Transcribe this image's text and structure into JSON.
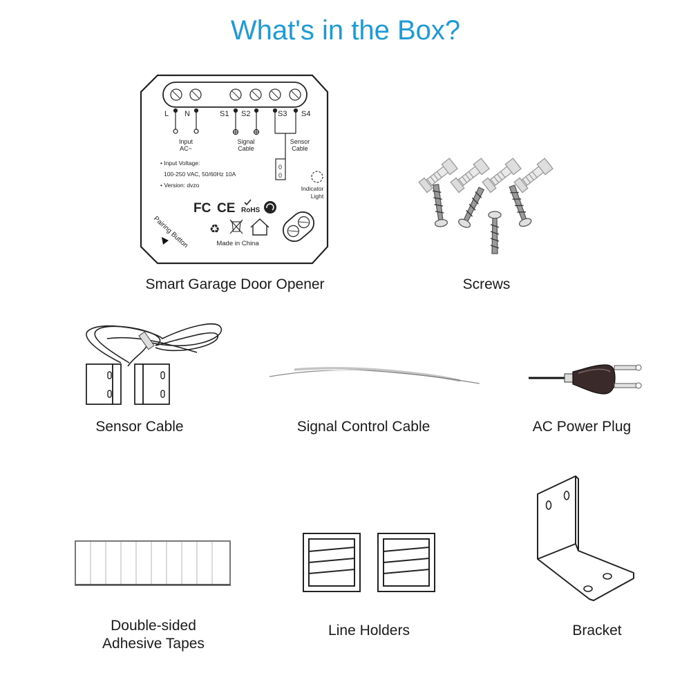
{
  "title": "What's in the Box?",
  "accent_color": "#1e9bd7",
  "items": [
    {
      "caption": "Smart Garage Door Opener",
      "icon": "smart-garage-door-opener-icon"
    },
    {
      "caption": "Screws",
      "icon": "screws-icon"
    },
    {
      "caption": "Sensor Cable",
      "icon": "sensor-cable-icon"
    },
    {
      "caption": "Signal Control Cable",
      "icon": "signal-cable-icon"
    },
    {
      "caption": "AC Power Plug",
      "icon": "ac-power-plug-icon"
    },
    {
      "caption_line1": "Double-sided",
      "caption_line2": "Adhesive Tapes",
      "icon": "adhesive-tapes-icon"
    },
    {
      "caption": "Line Holders",
      "icon": "line-holders-icon"
    },
    {
      "caption": "Bracket",
      "icon": "bracket-icon"
    }
  ],
  "device": {
    "terminals": {
      "l": "L",
      "n": "N",
      "s1": "S1",
      "s2": "S2",
      "s3": "S3",
      "s4": "S4"
    },
    "input_label": [
      "Input",
      "AC~"
    ],
    "signal_label": [
      "Signal",
      "Cable"
    ],
    "sensor_label": [
      "Sensor",
      "Cable"
    ],
    "specs": [
      "• Input Voltage:",
      "100-250 VAC, 50/60Hz 10A",
      "• Version: dvzo"
    ],
    "indicator_label": [
      "Indicator",
      "Light"
    ],
    "cert_fc": "FC",
    "cert_ce": "CE",
    "cert_rohs": "RoHS",
    "made_in": "Made in China",
    "pairing_label": "Pairing Button"
  }
}
